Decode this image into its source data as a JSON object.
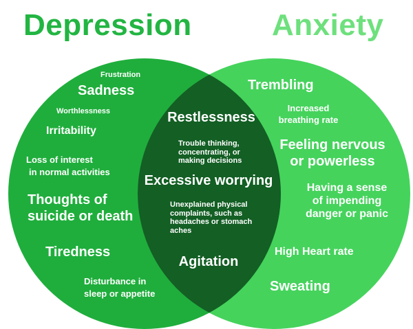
{
  "titles": {
    "left": "Depression",
    "right": "Anxiety"
  },
  "depression": {
    "frustration": "Frustration",
    "sadness": "Sadness",
    "worthlessness": "Worthlessness",
    "irritability": "Irritability",
    "loss_of_interest": [
      "Loss of interest",
      "in normal activities"
    ],
    "thoughts_of_suicide": [
      "Thoughts of",
      "suicide or death"
    ],
    "tiredness": "Tiredness",
    "disturbance": [
      "Disturbance in",
      "sleep or appetite"
    ]
  },
  "overlap": {
    "restlessness": "Restlessness",
    "trouble_thinking": [
      "Trouble thinking,",
      "concentrating, or",
      "making decisions"
    ],
    "excessive_worrying": "Excessive worrying",
    "unexplained_physical": [
      "Unexplained physical",
      "complaints, such as",
      "headaches or stomach",
      "aches"
    ],
    "agitation": "Agitation"
  },
  "anxiety": {
    "trembling": "Trembling",
    "increased_breathing": [
      "Increased",
      "breathing rate"
    ],
    "feeling_nervous": [
      "Feeling nervous",
      "or powerless"
    ],
    "impending_danger": [
      "Having a sense",
      "of impending",
      "danger or panic"
    ],
    "high_heart_rate": "High Heart rate",
    "sweating": "Sweating"
  },
  "colors": {
    "depression_circle": "#1fae3c",
    "anxiety_circle": "#45d35c",
    "overlap": "#135f24",
    "title_left": "#22b542",
    "title_right": "#6ee07d"
  }
}
